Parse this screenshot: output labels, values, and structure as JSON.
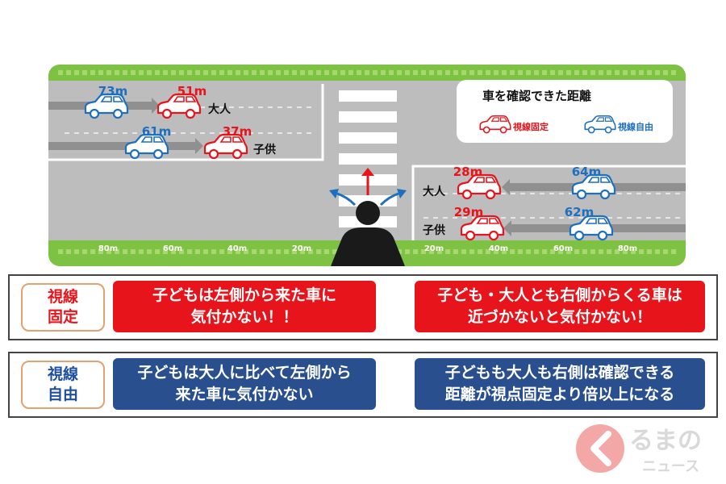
{
  "legend": {
    "title": "車を確認できた距離",
    "fixed_label": "視線固定",
    "free_label": "視線自由",
    "fixed_color": "#e8141b",
    "free_color": "#1f6fbf"
  },
  "colors": {
    "grass": "#7dc242",
    "road": "#bdbdbd",
    "arrow": "#909090",
    "person": "#1a1a1a"
  },
  "scenario_left": {
    "adult": {
      "label": "大人",
      "fixed_m": "51m",
      "free_m": "73m"
    },
    "child": {
      "label": "子供",
      "fixed_m": "37m",
      "free_m": "61m"
    }
  },
  "scenario_right": {
    "adult": {
      "label": "大人",
      "fixed_m": "28m",
      "free_m": "64m"
    },
    "child": {
      "label": "子供",
      "fixed_m": "29m",
      "free_m": "62m"
    }
  },
  "distance_ticks_left": [
    "80m",
    "60m",
    "40m",
    "20m"
  ],
  "distance_ticks_right": [
    "20m",
    "40m",
    "60m",
    "80m"
  ],
  "panels": {
    "fixed": {
      "label": "視線\n固定",
      "left_message": "子どもは左側から来た車に\n気付かない！！",
      "right_message": "子ども・大人とも右側からくる車は\n近づかないと気付かない！"
    },
    "free": {
      "label": "視線\n自由",
      "left_message": "子どもは大人に比べて左側から\n来た車に気付かない",
      "right_message": "子どもも大人も右側は確認できる\n距離が視点固定より倍以上になる"
    }
  },
  "logo": {
    "text_top": "るまの",
    "text_bottom": "ニュース"
  }
}
